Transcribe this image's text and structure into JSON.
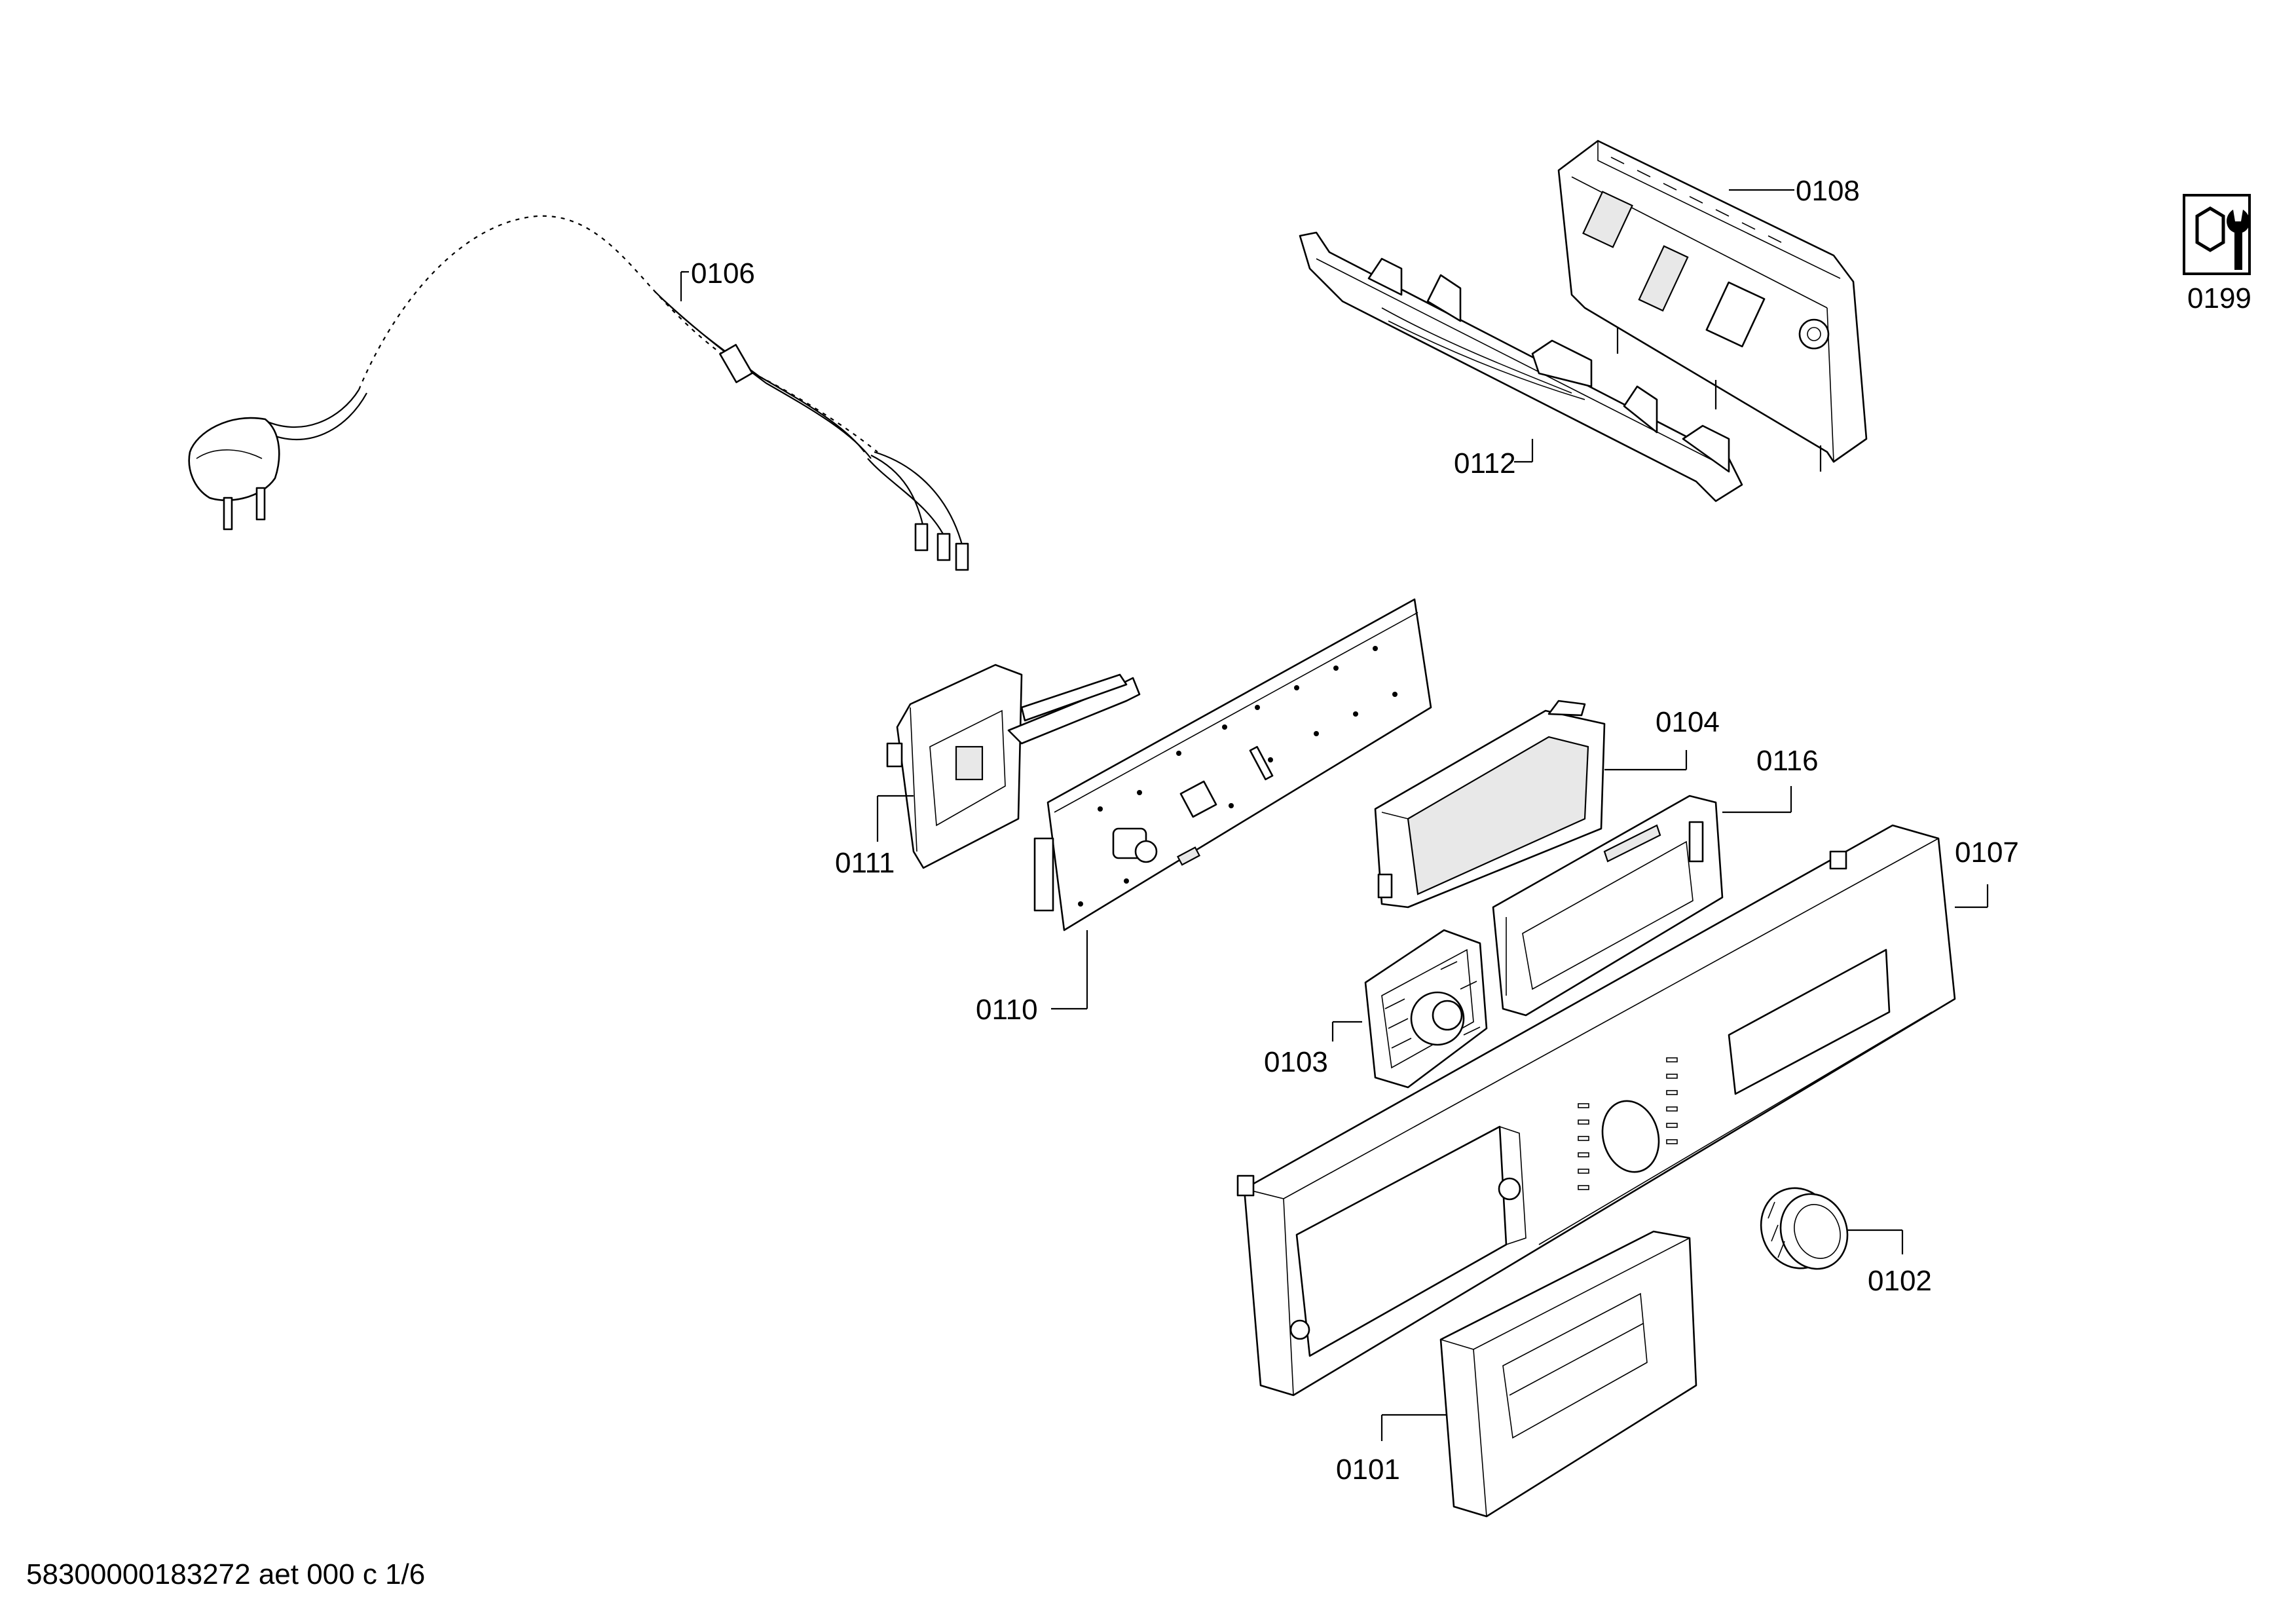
{
  "labels": {
    "p0106": "0106",
    "p0108": "0108",
    "p0112": "0112",
    "p0199": "0199",
    "p0111": "0111",
    "p0110": "0110",
    "p0104": "0104",
    "p0116": "0116",
    "p0107": "0107",
    "p0103": "0103",
    "p0102": "0102",
    "p0101": "0101"
  },
  "footer": {
    "code": "58300000183272 aet 000 c 1/6"
  },
  "icons": {
    "service": "wrench-nut-icon"
  }
}
